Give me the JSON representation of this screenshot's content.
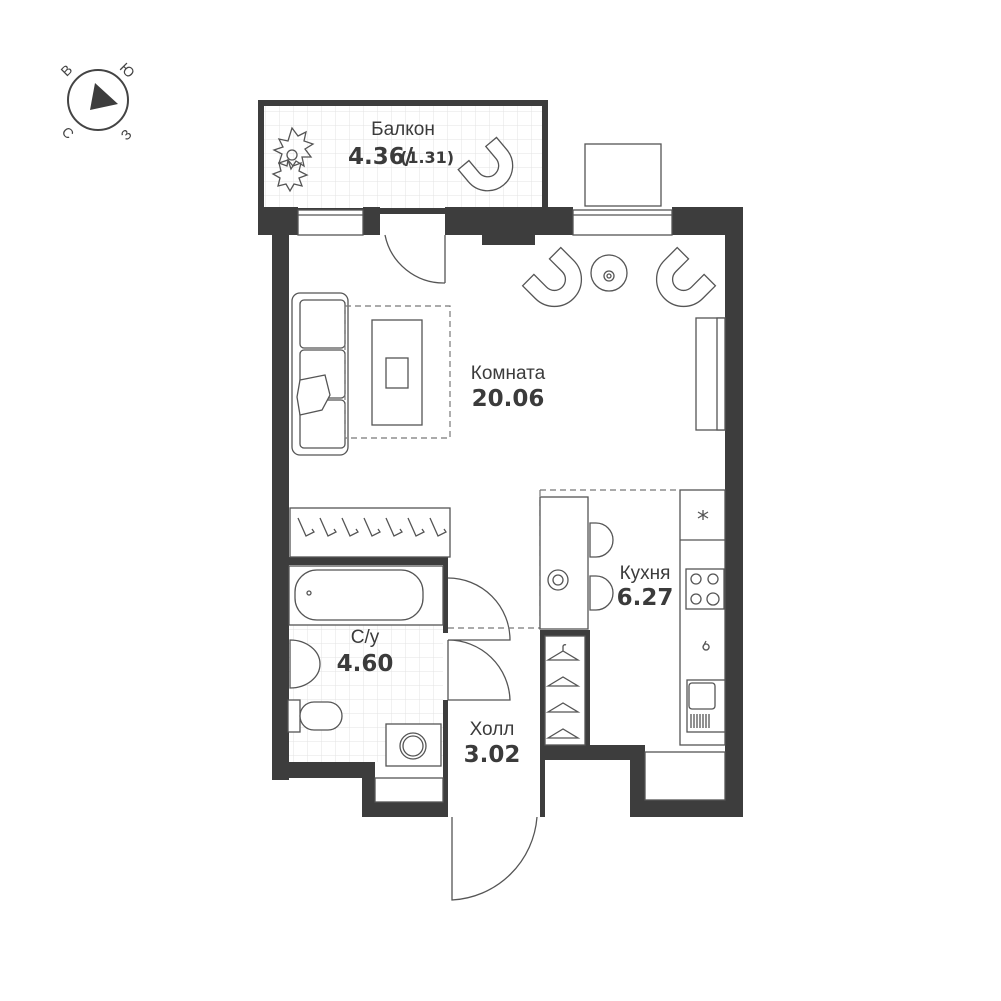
{
  "colors": {
    "wall": "#3d3d3d",
    "line": "#555555",
    "tile": "#e6e6e6",
    "background": "#ffffff"
  },
  "compass": {
    "labels": {
      "north": "С",
      "east": "В",
      "south": "Ю",
      "west": "З"
    },
    "icon": "compass-arrow-icon"
  },
  "rooms": {
    "balcony": {
      "name": "Балкон",
      "area": "4.36/",
      "area_reduced": "(1.31)"
    },
    "room": {
      "name": "Комната",
      "area": "20.06"
    },
    "kitchen": {
      "name": "Кухня",
      "area": "6.27"
    },
    "bathroom": {
      "name": "С/у",
      "area": "4.60"
    },
    "hall": {
      "name": "Холл",
      "area": "3.02"
    }
  }
}
